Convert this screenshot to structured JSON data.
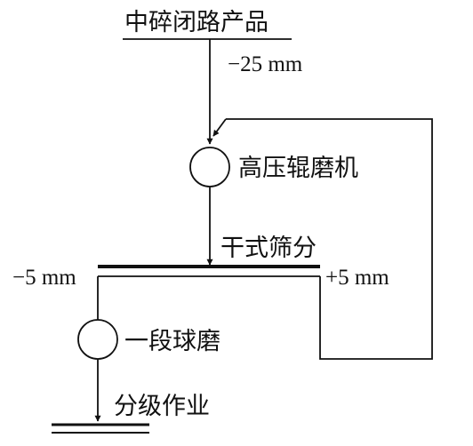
{
  "labels": {
    "source": "中碎闭路产品",
    "feed_size": "−25 mm",
    "hpgr": "高压辊磨机",
    "screen": "干式筛分",
    "undersize": "−5 mm",
    "oversize": "+5 mm",
    "ball_mill": "一段球磨",
    "classification": "分级作业"
  },
  "colors": {
    "line": "#111111",
    "background": "#ffffff"
  }
}
